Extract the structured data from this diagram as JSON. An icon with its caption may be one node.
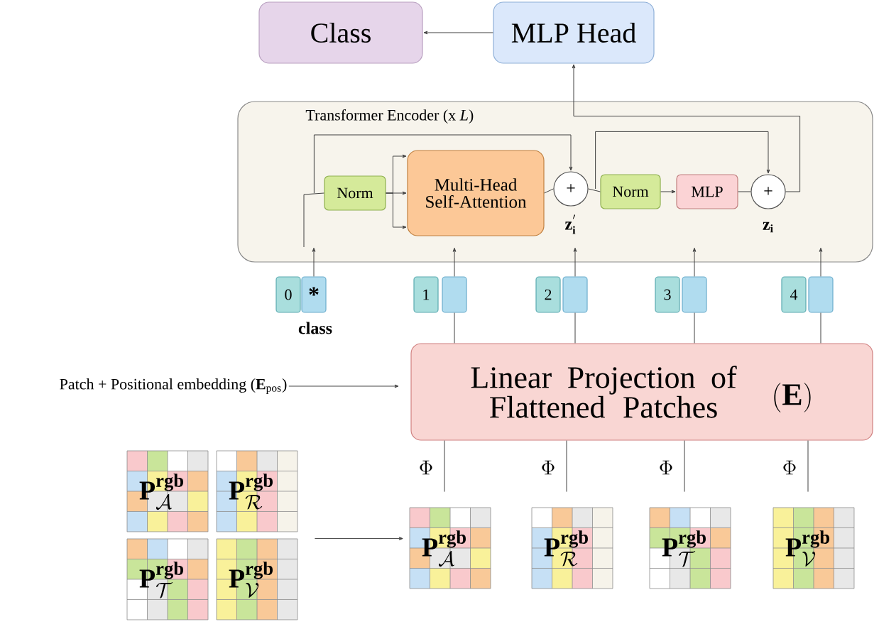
{
  "diagram": {
    "nodes": [
      {
        "text": [
          "Class"
        ]
      },
      {
        "text": [
          "MLP Head"
        ]
      },
      {
        "text": [
          "Transformer Encoder (x *L*)"
        ]
      },
      {
        "text": [
          "Norm"
        ],
        "in": 2
      },
      {
        "text": [
          "Multi-Head Self-Attention"
        ],
        "in": 2
      },
      {
        "text": [
          "+"
        ],
        "in": 2,
        "beside": [
          "\\mathbf{z}^{'}_{\\mathbf{i}}"
        ]
      },
      {
        "text": [
          "Norm"
        ],
        "in": 2
      },
      {
        "text": [
          "MLP"
        ],
        "in": 2
      },
      {
        "text": [
          "+"
        ],
        "in": 2,
        "beside": [
          "\\mathbf{z}_{\\mathbf{i}}"
        ]
      },
      {
        "text": [
          "0"
        ]
      },
      {
        "text": [
          "*"
        ]
      },
      {
        "text": [
          "1"
        ]
      },
      {
        "text": [],
        "shape": "box"
      },
      {
        "text": [
          "2"
        ]
      },
      {
        "text": [],
        "shape": "box"
      },
      {
        "text": [
          "3"
        ]
      },
      {
        "text": [],
        "shape": "box"
      },
      {
        "text": [
          "4"
        ]
      },
      {
        "text": [],
        "shape": "box"
      },
      {
        "text": [
          "Linear Projection of Flattened Patches",
          "(\\mathbf{E})"
        ]
      },
      {
        "text": [
          "Patch + Positional embedding (**E**$_{pos}$)"
        ]
      },
      {
        "text": [
          "\\mathbf{P}^{\\mathbf{rgb}}_{\\mathcal{A}}"
        ]
      },
      {
        "text": [
          "\\mathbf{P}^{\\mathbf{rgb}}_{\\mathcal{R}}"
        ]
      },
      {
        "text": [
          "\\mathbf{P}^{\\mathbf{rgb}}_{\\mathcal{T}}"
        ]
      },
      {
        "text": [
          "\\mathbf{P}^{\\mathbf{rgb}}_{\\mathcal{V}}"
        ]
      },
      {
        "text": [
          "\\mathbf{P}^{\\mathbf{rgb}}_{\\mathcal{A}}"
        ]
      },
      {
        "text": [
          "\\mathbf{P}^{\\mathbf{rgb}}_{\\mathcal{R}}"
        ]
      },
      {
        "text": [
          "\\mathbf{P}^{\\mathbf{rgb}}_{\\mathcal{T}}"
        ]
      },
      {
        "text": [
          "\\mathbf{P}^{\\mathbf{rgb}}_{\\mathcal{V}}"
        ]
      }
    ],
    "edges": [
      {
        "from": 1,
        "to": 0,
        "arrow": "to"
      },
      {
        "from": 8,
        "to": 1,
        "arrow": "to"
      },
      {
        "from": 3,
        "to": 4,
        "arrow": "to"
      },
      {
        "from": 3,
        "to": 4,
        "arrow": "to"
      },
      {
        "from": 3,
        "to": 4,
        "arrow": "to"
      },
      {
        "from": 4,
        "to": 5,
        "arrow": "none"
      },
      {
        "from": 5,
        "to": 6,
        "arrow": "none"
      },
      {
        "from": 6,
        "to": 7,
        "arrow": "to"
      },
      {
        "from": 7,
        "to": 8,
        "arrow": "none"
      },
      {
        "from": 5,
        "to": 8,
        "arrow": "to"
      },
      {
        "from": 3,
        "to": 5,
        "arrow": "to"
      },
      {
        "from": 10,
        "to": 2,
        "arrow": "to"
      },
      {
        "from": 12,
        "to": 2,
        "arrow": "to"
      },
      {
        "from": 14,
        "to": 2,
        "arrow": "to"
      },
      {
        "from": 16,
        "to": 2,
        "arrow": "to"
      },
      {
        "from": 18,
        "to": 2,
        "arrow": "to"
      },
      {
        "from": 19,
        "to": 12,
        "arrow": "none"
      },
      {
        "from": 19,
        "to": 14,
        "arrow": "none"
      },
      {
        "from": 19,
        "to": 16,
        "arrow": "none"
      },
      {
        "from": 19,
        "to": 18,
        "arrow": "none"
      },
      {
        "from": 25,
        "to": 19,
        "arrow": "none",
        "label": "\\Phi"
      },
      {
        "from": 26,
        "to": 19,
        "arrow": "none",
        "label": "\\Phi"
      },
      {
        "from": 27,
        "to": 19,
        "arrow": "none",
        "label": "\\Phi"
      },
      {
        "from": 28,
        "to": 19,
        "arrow": "none",
        "label": "\\Phi"
      },
      {
        "from": 20,
        "to": 19,
        "arrow": "to"
      },
      {
        "from": 24,
        "to": 25,
        "arrow": "to"
      }
    ],
    "labels": [
      "class"
    ]
  }
}
